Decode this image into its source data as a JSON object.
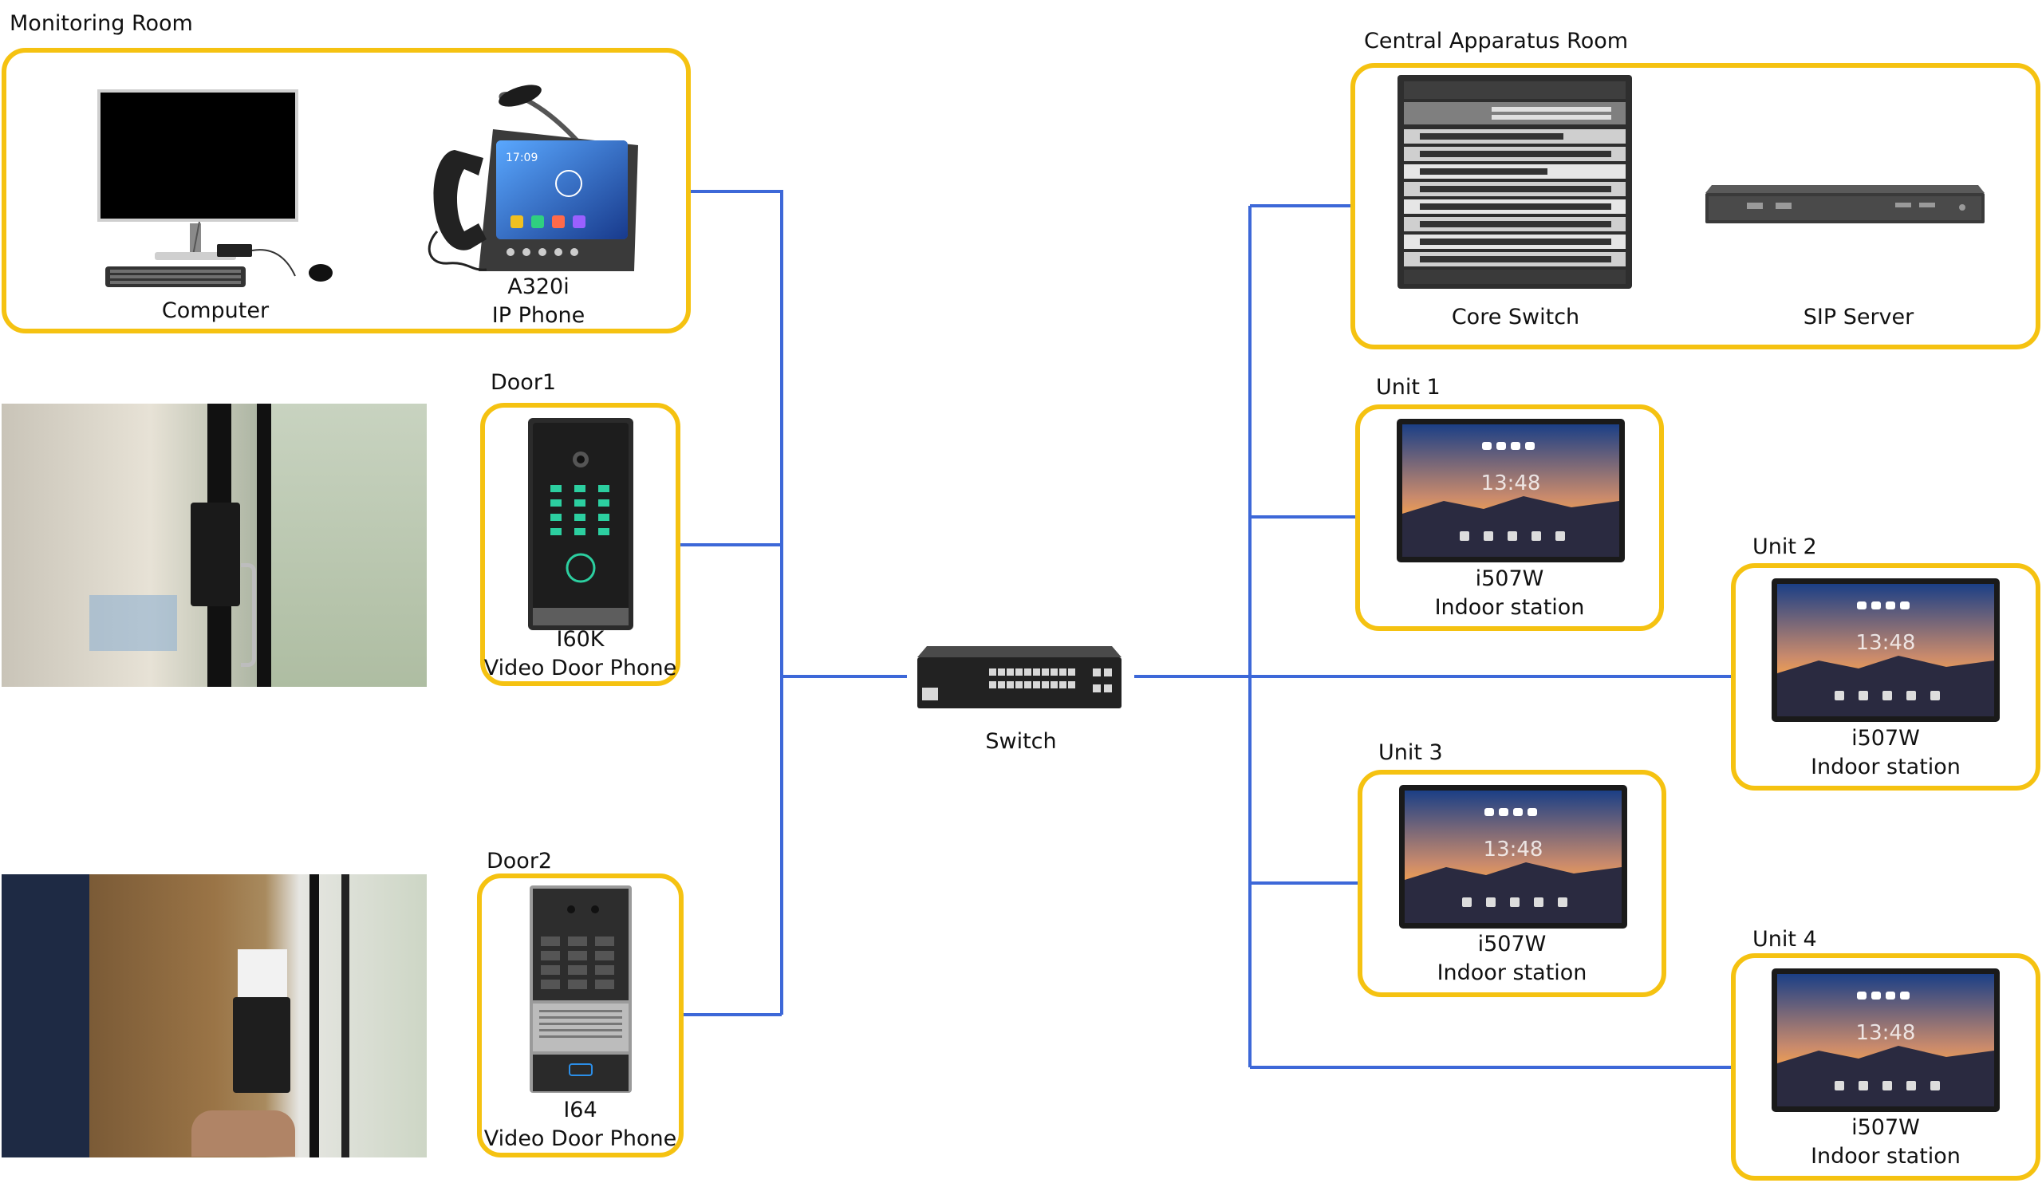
{
  "colors": {
    "frame": "#f5c211",
    "wire": "#3d68d8"
  },
  "monitoring_room": {
    "label": "Monitoring Room",
    "computer": {
      "caption": "Computer"
    },
    "phone": {
      "model": "A320i",
      "type": "IP Phone",
      "screen_time": "17:09"
    }
  },
  "central_room": {
    "label": "Central Apparatus Room",
    "core_switch": {
      "caption": "Core Switch"
    },
    "sip_server": {
      "caption": "SIP Server"
    }
  },
  "door1": {
    "label": "Door1",
    "model": "I60K",
    "type": "Video Door Phone"
  },
  "door2": {
    "label": "Door2",
    "model": "I64",
    "type": "Video Door Phone"
  },
  "switch": {
    "caption": "Switch"
  },
  "units": [
    {
      "label": "Unit 1",
      "model": "i507W",
      "type": "Indoor station",
      "screen_time": "13:48"
    },
    {
      "label": "Unit 2",
      "model": "i507W",
      "type": "Indoor station",
      "screen_time": "13:48"
    },
    {
      "label": "Unit 3",
      "model": "i507W",
      "type": "Indoor station",
      "screen_time": "13:48"
    },
    {
      "label": "Unit 4",
      "model": "i507W",
      "type": "Indoor station",
      "screen_time": "13:48"
    }
  ]
}
